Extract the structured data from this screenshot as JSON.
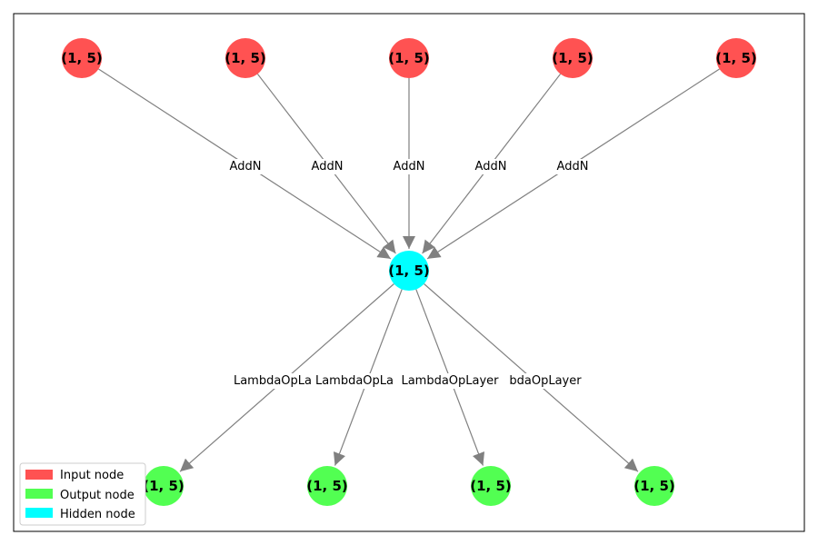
{
  "colors": {
    "input": "#ff5252",
    "output": "#52ff52",
    "hidden": "#00ffff",
    "edge": "#808080"
  },
  "nodes": {
    "inputs": [
      {
        "label": "(1, 5)"
      },
      {
        "label": "(1, 5)"
      },
      {
        "label": "(1, 5)"
      },
      {
        "label": "(1, 5)"
      },
      {
        "label": "(1, 5)"
      }
    ],
    "hidden": {
      "label": "(1, 5)"
    },
    "outputs": [
      {
        "label": "(1, 5)"
      },
      {
        "label": "(1, 5)"
      },
      {
        "label": "(1, 5)"
      },
      {
        "label": "(1, 5)"
      }
    ]
  },
  "edges": {
    "input_edges": [
      "AddN",
      "AddN",
      "AddN",
      "AddN",
      "AddN"
    ],
    "output_edges": [
      "LambdaOpLa",
      "LambdaOpLa",
      "LambdaOpLayer",
      "bdaOpLayer"
    ]
  },
  "legend": {
    "items": [
      {
        "label": "Input node",
        "color": "#ff5252"
      },
      {
        "label": "Output node",
        "color": "#52ff52"
      },
      {
        "label": "Hidden node",
        "color": "#00ffff"
      }
    ]
  }
}
